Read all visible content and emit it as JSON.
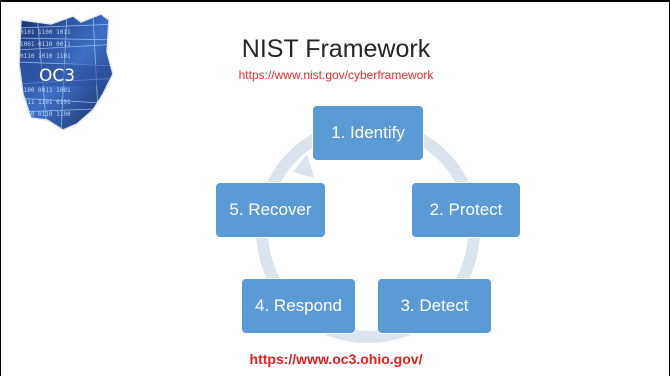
{
  "slide": {
    "title": "NIST Framework",
    "subtitle_link": "https://www.nist.gov/cyberframework",
    "footer_link": "https://www.oc3.ohio.gov/",
    "logo_text": "OC3"
  },
  "cycle": {
    "steps": [
      {
        "label": "1. Identify"
      },
      {
        "label": "2. Protect"
      },
      {
        "label": "3. Detect"
      },
      {
        "label": "4. Respond"
      },
      {
        "label": "5. Recover"
      }
    ]
  },
  "colors": {
    "node_fill": "#5b9bd5",
    "ring": "#dbe3ef",
    "link_red": "#e0302a",
    "title_text": "#262626"
  }
}
